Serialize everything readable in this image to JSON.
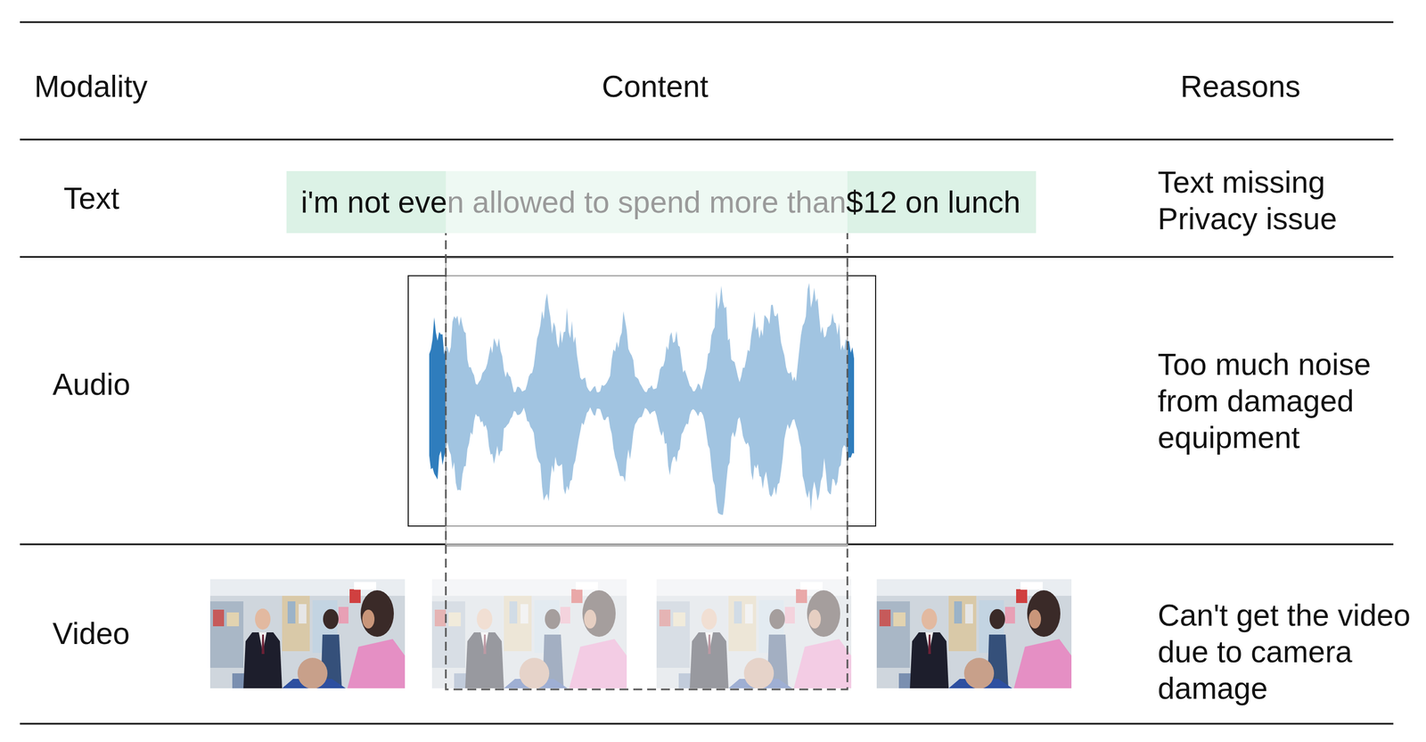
{
  "diagram": {
    "nodes": [
      {
        "text": [
          "i'm not eve",
          "n allowed to spend more than",
          "$12 on lunch"
        ]
      }
    ],
    "labels": [
      "Modality",
      "Content",
      "Reasons",
      "Text",
      "Text missing",
      "Privacy issue",
      "Audio",
      "Too much noise from damaged equipment",
      "Video",
      "Can't get the video due to camera damage"
    ]
  }
}
